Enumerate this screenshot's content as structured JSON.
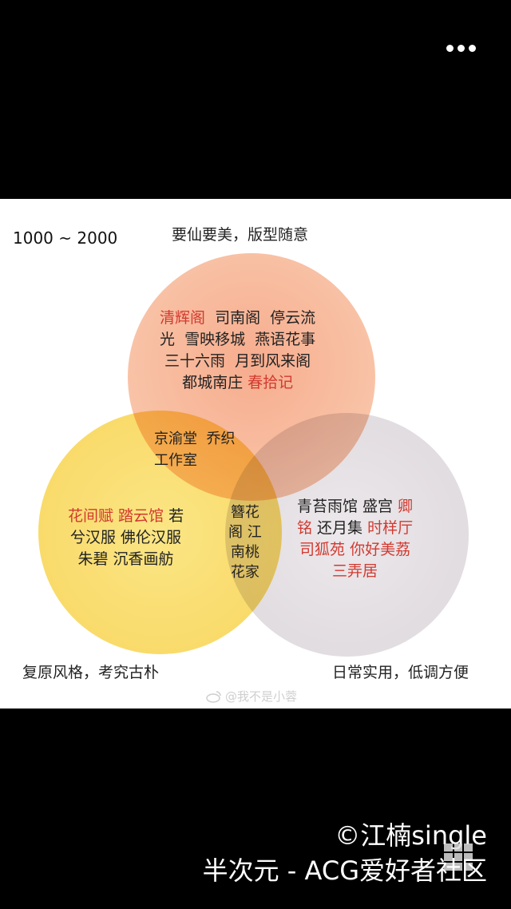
{
  "viewer": {
    "more_icon": "more-dots-icon"
  },
  "diagram": {
    "price_range": "1000 ~ 2000",
    "captions": {
      "top": "要仙要美，版型随意",
      "left": "复原风格，考究古朴",
      "right": "日常实用，低调方便"
    },
    "colors": {
      "red": "#d23a30",
      "top_circle": "#f6a888",
      "left_circle": "#f9d963",
      "right_circle": "#dcd6da"
    },
    "regions": {
      "top": [
        [
          {
            "t": "清辉阁",
            "red": true
          },
          {
            "t": "  司南阁  停云流",
            "red": false
          }
        ],
        [
          {
            "t": "光  雪映移城  燕语花事",
            "red": false
          }
        ],
        [
          {
            "t": "三十六雨  月到风来阁",
            "red": false
          }
        ],
        [
          {
            "t": "都城南庄 ",
            "red": false
          },
          {
            "t": "春拾记",
            "red": true
          }
        ]
      ],
      "top_left": [
        [
          {
            "t": "京渝堂  乔织",
            "red": false
          }
        ],
        [
          {
            "t": "工作室",
            "red": false
          }
        ]
      ],
      "left": [
        [
          {
            "t": "花间赋 踏云馆",
            "red": true
          },
          {
            "t": " 若",
            "red": false
          }
        ],
        [
          {
            "t": "兮汉服 佛伦汉服",
            "red": false
          }
        ],
        [
          {
            "t": "朱碧 沉香画舫",
            "red": false
          }
        ]
      ],
      "left_right": [
        [
          {
            "t": "簪花",
            "red": false
          }
        ],
        [
          {
            "t": "阁 江",
            "red": false
          }
        ],
        [
          {
            "t": "南桃",
            "red": false
          }
        ],
        [
          {
            "t": "花家",
            "red": false
          }
        ]
      ],
      "right": [
        [
          {
            "t": "青苔雨馆 盛宫 ",
            "red": false
          },
          {
            "t": "卿",
            "red": true
          }
        ],
        [
          {
            "t": "铭",
            "red": true
          },
          {
            "t": " 还月集 ",
            "red": false
          },
          {
            "t": "时样厅",
            "red": true
          }
        ],
        [
          {
            "t": "司狐苑 你好美荔",
            "red": true
          }
        ],
        [
          {
            "t": "三弄居",
            "red": true
          }
        ]
      ]
    },
    "watermark": "@我不是小蓉"
  },
  "credits": {
    "line1": "©江楠single",
    "line2": "半次元 - ACG爱好者社区"
  }
}
